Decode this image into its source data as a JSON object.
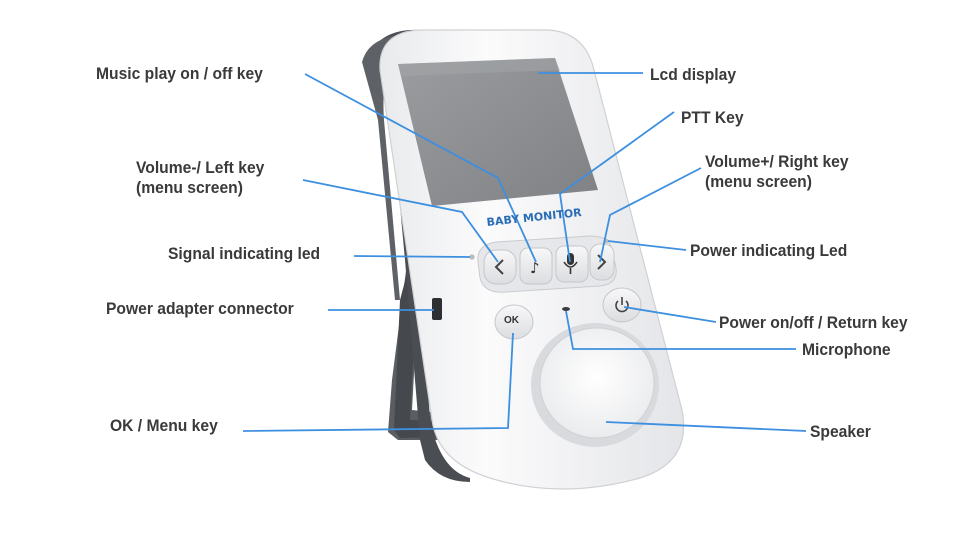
{
  "device": {
    "brand_text": "BABY MONITOR",
    "ok_key_text": "OK",
    "colors": {
      "callout_line": "#3d8fe0",
      "label_text": "#3a3a3a",
      "body_shell": "#f2f3f5",
      "body_side": "#4a4d52",
      "stand": "#55585c",
      "screen": "#8e9094",
      "brand": "#2a6db5"
    }
  },
  "labels": {
    "music": "Music play on / off key",
    "volume_left_1": "Volume-/ Left key",
    "volume_left_2": "(menu screen)",
    "signal_led": "Signal indicating led",
    "power_adapter": "Power adapter connector",
    "ok_menu": "OK / Menu key",
    "lcd": "Lcd display",
    "ptt": "PTT Key",
    "volume_right_1": "Volume+/ Right key",
    "volume_right_2": "(menu screen)",
    "power_led": "Power indicating Led",
    "power_key": "Power on/off  / Return key",
    "microphone": "Microphone",
    "speaker": "Speaker"
  }
}
